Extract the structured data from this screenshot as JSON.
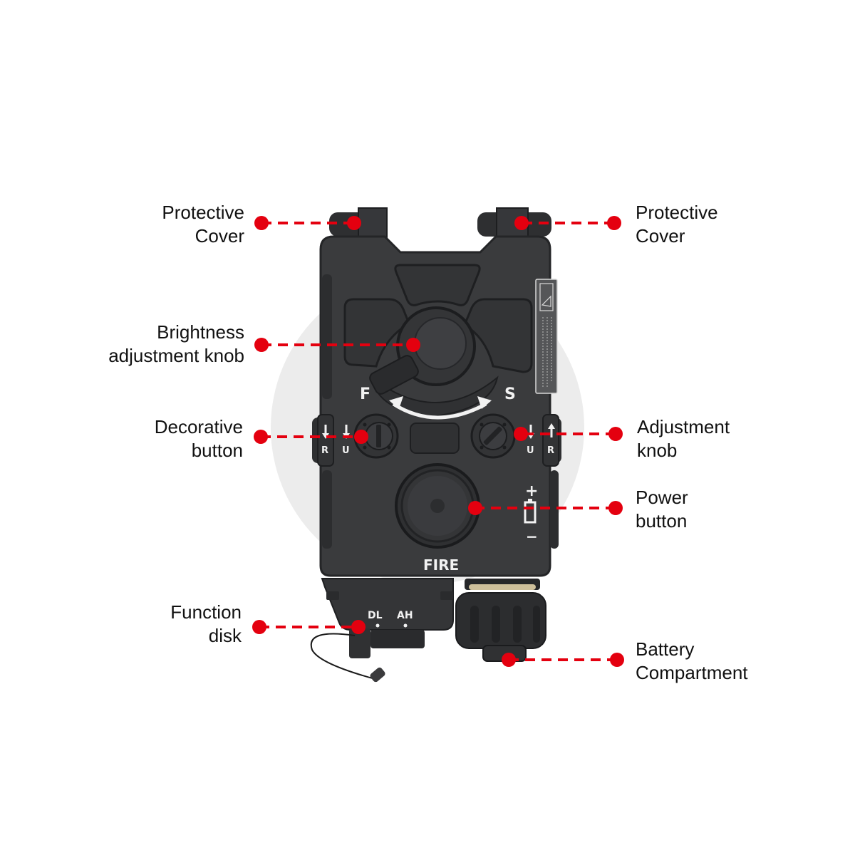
{
  "colors": {
    "leader": "#e4000f",
    "device_body": "#3a3b3d",
    "device_dark": "#2a2b2d",
    "marking": "#f2f2f2",
    "watermark": "#ececec"
  },
  "callouts": [
    {
      "id": "protective-cover-left",
      "lines": [
        "Protective",
        "Cover"
      ],
      "side": "left"
    },
    {
      "id": "protective-cover-right",
      "lines": [
        "Protective",
        "Cover"
      ],
      "side": "right"
    },
    {
      "id": "brightness-knob",
      "lines": [
        "Brightness",
        "adjustment knob"
      ],
      "side": "left"
    },
    {
      "id": "decorative-button",
      "lines": [
        "Decorative",
        "button"
      ],
      "side": "left"
    },
    {
      "id": "adjustment-knob",
      "lines": [
        "Adjustment",
        "knob"
      ],
      "side": "right"
    },
    {
      "id": "power-button",
      "lines": [
        "Power",
        "button"
      ],
      "side": "right"
    },
    {
      "id": "function-disk",
      "lines": [
        "Function",
        "disk"
      ],
      "side": "left"
    },
    {
      "id": "battery-compartment",
      "lines": [
        "Battery",
        "Compartment"
      ],
      "side": "right"
    }
  ],
  "device_markings": {
    "mode_fast": "F",
    "mode_slow": "S",
    "left_outer": "R",
    "left_inner": "U",
    "right_inner": "U",
    "right_outer": "R",
    "battery_plus": "+",
    "battery_minus": "−",
    "fire": "FIRE",
    "function_dl": "DL",
    "function_ah": "AH"
  }
}
